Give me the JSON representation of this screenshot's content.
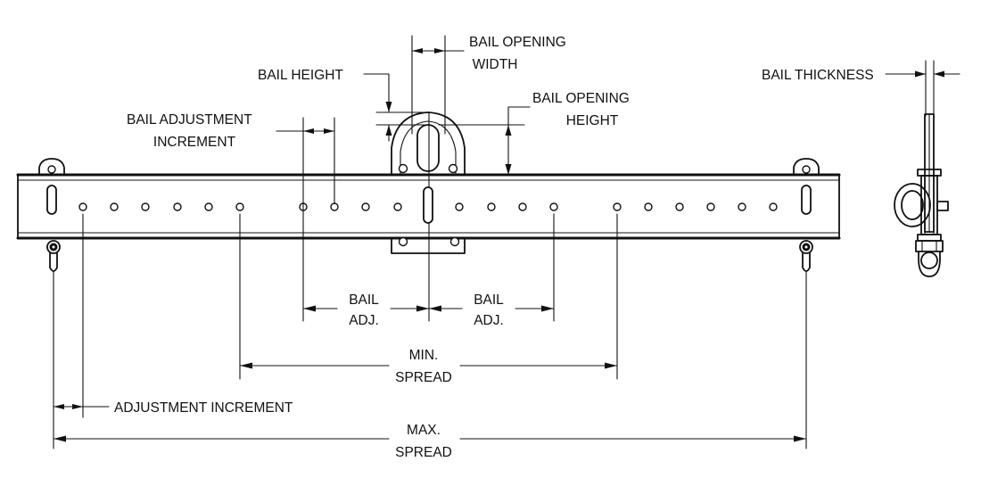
{
  "labels": {
    "bail_opening_width": [
      "BAIL OPENING",
      "WIDTH"
    ],
    "bail_height": "BAIL HEIGHT",
    "bail_opening_height": [
      "BAIL OPENING",
      "HEIGHT"
    ],
    "bail_adjustment_increment": [
      "BAIL ADJUSTMENT",
      "INCREMENT"
    ],
    "bail_thickness": "BAIL THICKNESS",
    "bail_adj_left": [
      "BAIL",
      "ADJ."
    ],
    "bail_adj_right": [
      "BAIL",
      "ADJ."
    ],
    "min_spread": [
      "MIN.",
      "SPREAD"
    ],
    "adjustment_increment": "ADJUSTMENT INCREMENT",
    "max_spread": [
      "MAX.",
      "SPREAD"
    ]
  }
}
